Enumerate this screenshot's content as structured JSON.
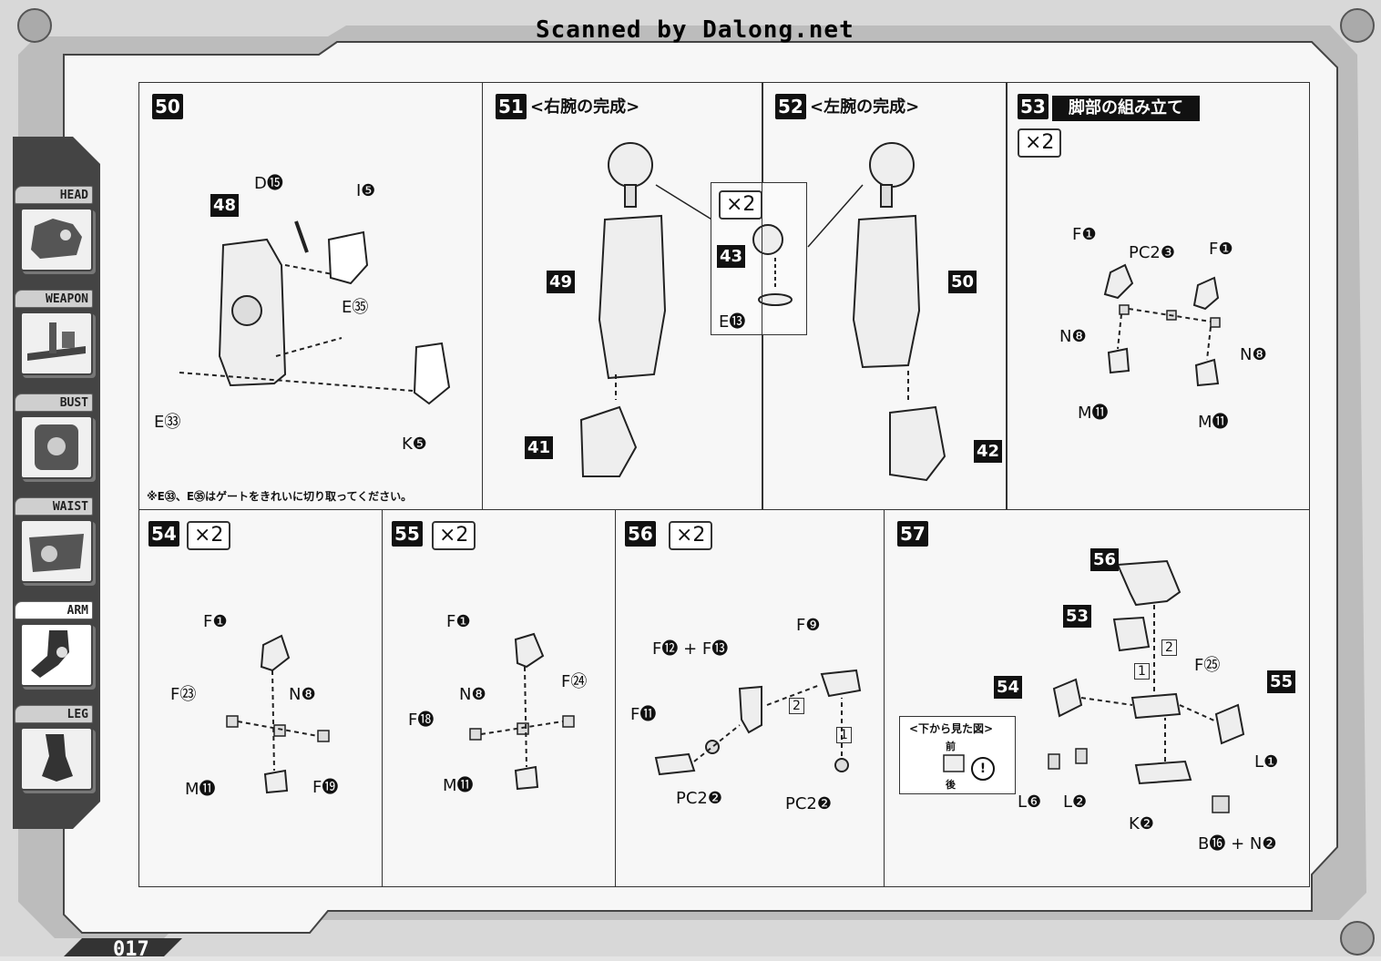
{
  "header": {
    "scan_credit": "Scanned by Dalong.net"
  },
  "page_number": "017",
  "sidebar": {
    "items": [
      {
        "label": "HEAD",
        "icon": "head-icon"
      },
      {
        "label": "WEAPON",
        "icon": "weapon-icon"
      },
      {
        "label": "BUST",
        "icon": "bust-icon"
      },
      {
        "label": "WAIST",
        "icon": "waist-icon"
      },
      {
        "label": "ARM",
        "icon": "arm-icon",
        "active": true
      },
      {
        "label": "LEG",
        "icon": "leg-icon"
      }
    ]
  },
  "steps": {
    "s50": {
      "num": "50",
      "part": "48",
      "labels": {
        "d15": "D⓯",
        "i5": "I❺",
        "e35": "E㉟",
        "e33": "E㉝",
        "k5": "K❺"
      },
      "note": "※E㉝、E㉟はゲートをきれいに切り取ってください。"
    },
    "s51": {
      "num": "51",
      "title": "<右腕の完成>",
      "p49": "49",
      "p41": "41"
    },
    "x2box": {
      "mult": "×2",
      "p43": "43",
      "e13": "E⓭"
    },
    "s52": {
      "num": "52",
      "title": "<左腕の完成>",
      "p50": "50",
      "p42": "42"
    },
    "s53": {
      "num": "53",
      "title": "脚部の組み立て",
      "mult": "×2",
      "labels": {
        "f1a": "F❶",
        "pc2_3": "PC2❸",
        "f1b": "F❶",
        "n8a": "N❽",
        "n8b": "N❽",
        "m11a": "M⓫",
        "m11b": "M⓫"
      }
    },
    "s54": {
      "num": "54",
      "mult": "×2",
      "labels": {
        "f1": "F❶",
        "f23": "F㉓",
        "n8": "N❽",
        "m11": "M⓫",
        "f19": "F⓳"
      }
    },
    "s55": {
      "num": "55",
      "mult": "×2",
      "labels": {
        "f1": "F❶",
        "f24": "F㉔",
        "n8": "N❽",
        "f18": "F⓲",
        "m11": "M⓫"
      }
    },
    "s56": {
      "num": "56",
      "mult": "×2",
      "labels": {
        "f9": "F❾",
        "f12f13": "F⓬ + F⓭",
        "f11": "F⓫",
        "pc2_2a": "PC2❷",
        "pc2_2b": "PC2❷",
        "o1": "1",
        "o2": "2"
      }
    },
    "s57": {
      "num": "57",
      "parts": {
        "p56": "56",
        "p53": "53",
        "p54": "54",
        "p55": "55"
      },
      "labels": {
        "f25": "F㉕",
        "l6": "L❻",
        "l2": "L❷",
        "k2": "K❷",
        "l1": "L❶",
        "b16n2": "B⓰ + N❷",
        "o1": "1",
        "o2": "2"
      },
      "inset": {
        "title": "<下から見た図>",
        "front": "前",
        "back": "後",
        "warn": "!"
      }
    }
  }
}
